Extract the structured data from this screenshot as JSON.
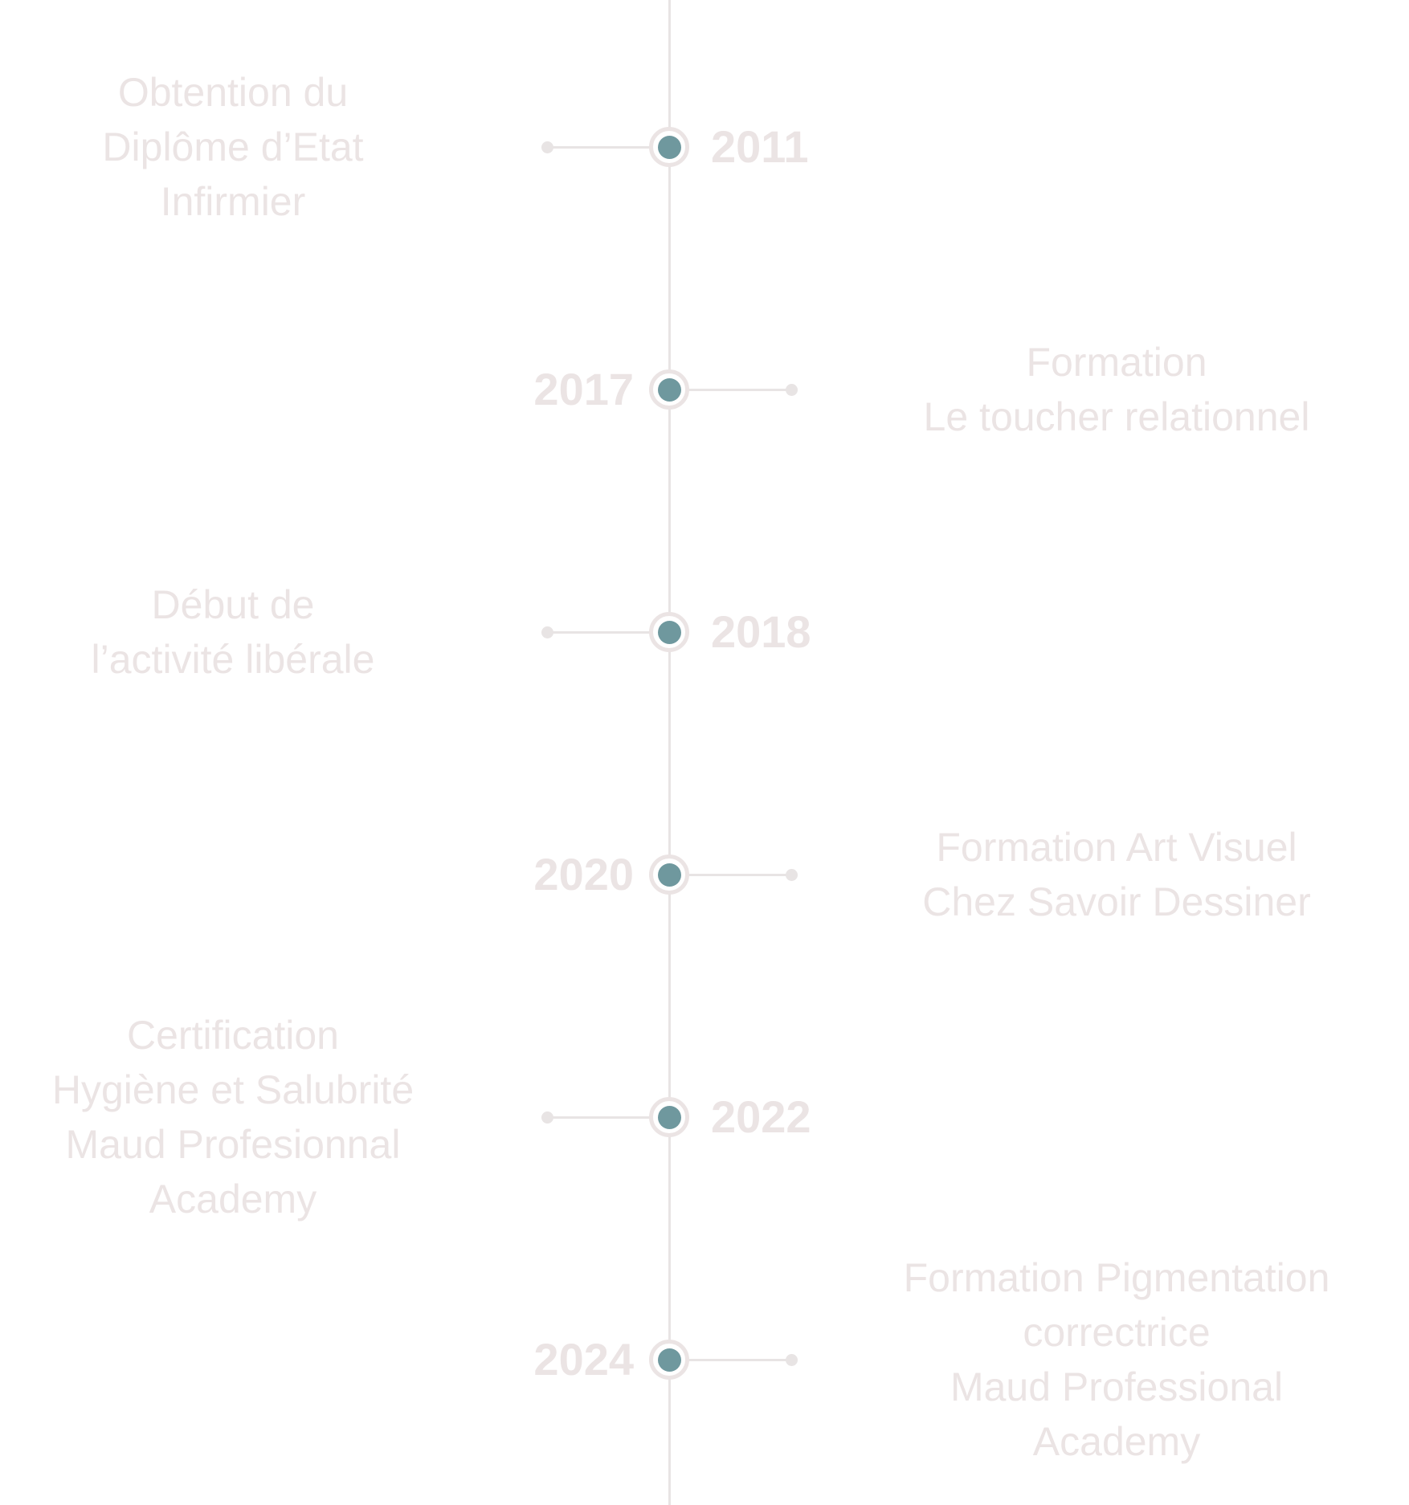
{
  "colors": {
    "spine": "#e8e4e4",
    "ring": "#ebe4e4",
    "dot": "#6f989e",
    "text": "#ebe4e4",
    "background": "#ffffff"
  },
  "timeline": {
    "events": [
      {
        "year": "2011",
        "side": "left",
        "text": "Obtention du\nDiplôme d’Etat\nInfirmier"
      },
      {
        "year": "2017",
        "side": "right",
        "text": "Formation\nLe toucher relationnel"
      },
      {
        "year": "2018",
        "side": "left",
        "text": "Début de\nl’activité libérale"
      },
      {
        "year": "2020",
        "side": "right",
        "text": "Formation Art Visuel\nChez Savoir Dessiner"
      },
      {
        "year": "2022",
        "side": "left",
        "text": "Certification\nHygiène et Salubrité\nMaud Profesionnal\nAcademy"
      },
      {
        "year": "2024",
        "side": "right",
        "text": "Formation Pigmentation\ncorrectrice\nMaud Professional\nAcademy"
      }
    ]
  }
}
